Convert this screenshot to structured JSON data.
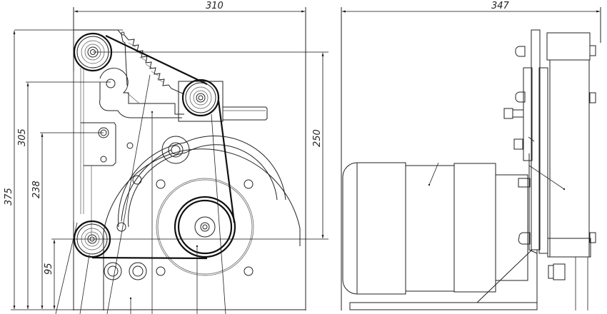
{
  "drawing": {
    "type": "mechanical-technical-drawing",
    "subject": "belt grinder assembly with motor, idler wheels and tension spring",
    "views": [
      {
        "name": "front-view",
        "description": "belt path with drive pulley, two idler wheels, tracking wheel, tension spring and arc slot"
      },
      {
        "name": "side-view",
        "description": "electric motor on angle bracket with mounting plate and wheel brackets"
      }
    ]
  },
  "dimensions": {
    "front_width": "310",
    "side_width": "347",
    "height_total": "375",
    "height_upper_pivot": "305",
    "height_tensioner": "238",
    "height_lower_wheel": "95",
    "height_span": "250"
  },
  "colors": {
    "line": "#222222",
    "background": "#ffffff"
  }
}
